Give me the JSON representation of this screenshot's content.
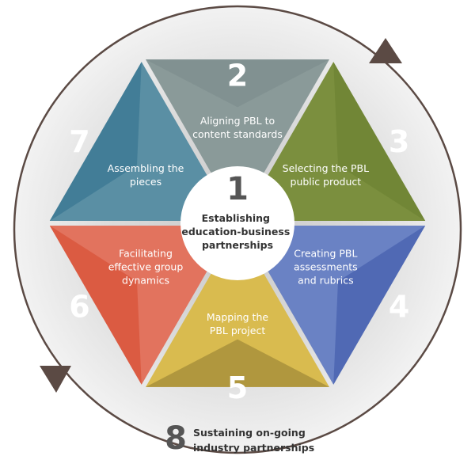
{
  "center": {
    "number": "1",
    "label": [
      "Establishing",
      "education-business",
      "partnerships"
    ]
  },
  "steps": [
    {
      "number": "2",
      "label": [
        "Aligning PBL to",
        "content standards"
      ],
      "color": "#8a9a99",
      "tip": "#7a8b8a"
    },
    {
      "number": "3",
      "label": [
        "Selecting the PBL",
        "public product"
      ],
      "color": "#7b8f3e",
      "tip": "#6a7f2f"
    },
    {
      "number": "4",
      "label": [
        "Creating PBL",
        "assessments",
        "and rubrics"
      ],
      "color": "#6a82c4",
      "tip": "#3a55a8"
    },
    {
      "number": "5",
      "label": [
        "Mapping the",
        "PBL project"
      ],
      "color": "#d9bb4f",
      "tip": "#8e7a32"
    },
    {
      "number": "6",
      "label": [
        "Facilitating",
        "effective group",
        "dynamics"
      ],
      "color": "#e2735e",
      "tip": "#d5472b"
    },
    {
      "number": "7",
      "label": [
        "Assembling the",
        "pieces"
      ],
      "color": "#5a8fa4",
      "tip": "#2f6f8c"
    }
  ],
  "outer": {
    "number": "8",
    "label": [
      "Sustaining on-going",
      "industry partnerships"
    ]
  }
}
